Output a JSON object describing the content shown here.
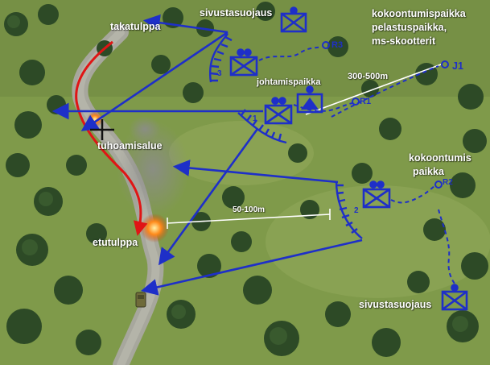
{
  "labels": {
    "takatulppa": "takatulppa",
    "sivustasuojaus_top": "sivustasuojaus",
    "kokoontumispaikka_line1": "kokoontumispaikka",
    "kokoontumispaikka_line2": "pelastuspaikka,",
    "kokoontumispaikka_line3": "ms-skootterit",
    "johtamispaikka": "johtamispaikka",
    "distance_far": "300-500m",
    "tuhoamisalue": "tuhoamisalue",
    "kokoontumis_line1": "kokoontumis",
    "kokoontumis_line2": "paikka",
    "distance_near": "50-100m",
    "etutulppa": "etutulppa",
    "sivustasuojaus_bottom": "sivustasuojaus"
  },
  "markers": {
    "r3": "R3",
    "r1": "R1",
    "r2": "R2",
    "j1": "J1",
    "pos_1": "1",
    "pos_2": "2",
    "pos_3": "3"
  },
  "colors": {
    "unit_blue": "#1e2fc8",
    "route_red": "#e01515",
    "terrain_green": "#7f9a4a",
    "road_gray": "#a7a79d",
    "fire_orange": "#ff8a1a",
    "smoke_gray": "#8c8c8c"
  },
  "icons": [
    "infantry-unit-icon",
    "command-post-icon",
    "tree-icon",
    "vehicle-icon",
    "fire-icon",
    "target-cross-icon",
    "arrow-icon"
  ]
}
